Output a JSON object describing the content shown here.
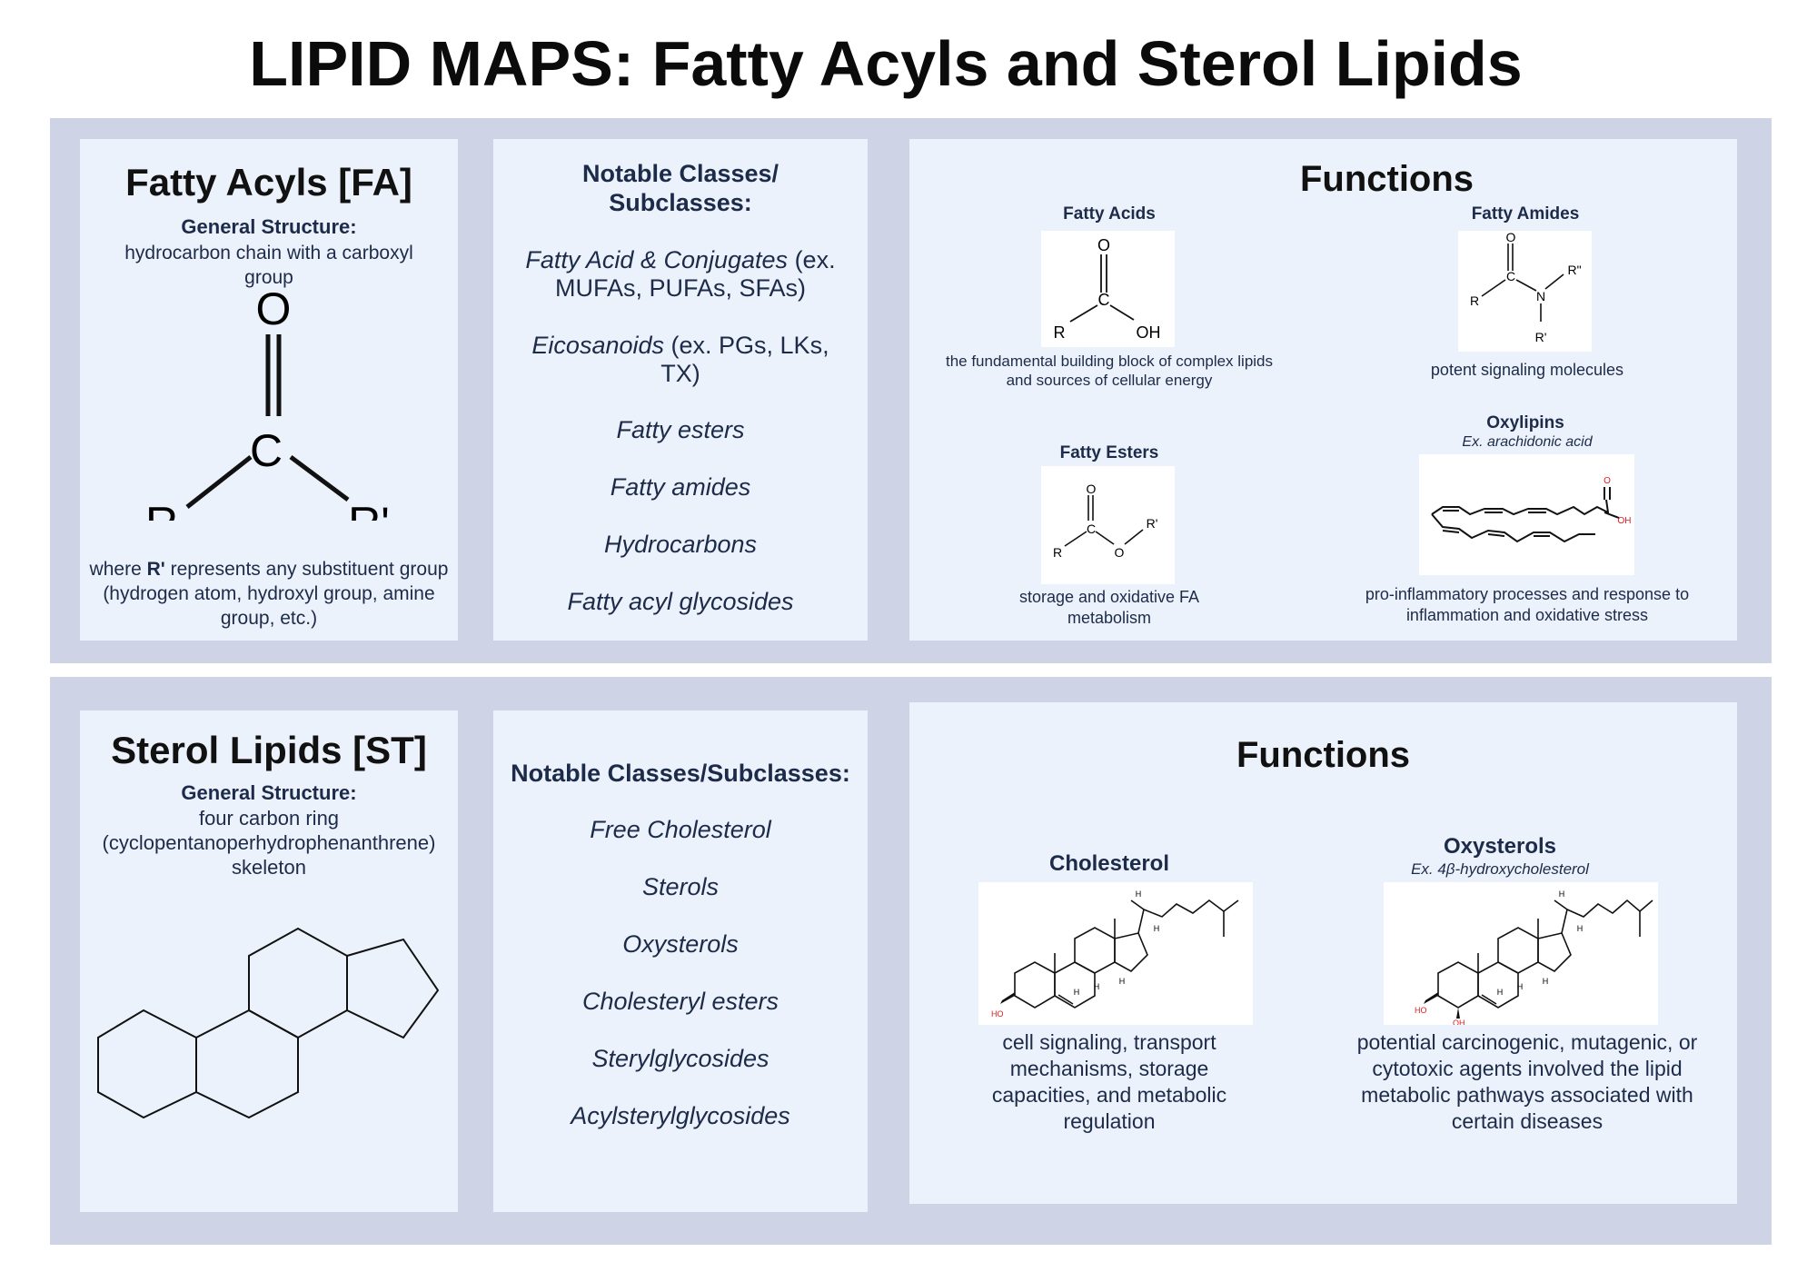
{
  "title": "LIPID MAPS: Fatty Acyls and Sterol Lipids",
  "fa": {
    "card_title": "Fatty Acyls [FA]",
    "general_label": "General Structure:",
    "general_text": "hydrocarbon chain with a carboxyl group",
    "struct_atoms": {
      "o": "O",
      "c": "C",
      "r": "R",
      "r2": "R'"
    },
    "note_prefix": "where ",
    "note_bold": "R'",
    "note_suffix": " represents any substituent group (hydrogen atom, hydroxyl group, amine group, etc.)",
    "classes_heading": "Notable Classes/ Subclasses:",
    "classes": [
      {
        "italic": "Fatty Acid & Conjugates",
        "extra": " (ex. MUFAs, PUFAs, SFAs)"
      },
      {
        "italic": "Eicosanoids",
        "extra": " (ex. PGs, LKs, TX)"
      },
      {
        "italic": "Fatty esters",
        "extra": ""
      },
      {
        "italic": "Fatty amides",
        "extra": ""
      },
      {
        "italic": "Hydrocarbons",
        "extra": ""
      },
      {
        "italic": "Fatty acyl glycosides",
        "extra": ""
      }
    ],
    "functions_heading": "Functions",
    "functions": {
      "acids": {
        "title": "Fatty Acids",
        "desc": "the fundamental building block of complex lipids and sources of cellular energy",
        "atoms": {
          "o": "O",
          "c": "C",
          "r": "R",
          "oh": "OH"
        }
      },
      "amides": {
        "title": "Fatty Amides",
        "desc": "potent signaling molecules",
        "atoms": {
          "o": "O",
          "c": "C",
          "r": "R",
          "n": "N",
          "r2": "R\"",
          "r1": "R'"
        }
      },
      "esters": {
        "title": "Fatty Esters",
        "desc": "storage and oxidative FA metabolism",
        "atoms": {
          "o": "O",
          "c": "C",
          "r": "R",
          "o2": "O",
          "r1": "R'"
        }
      },
      "oxylipins": {
        "title": "Oxylipins",
        "subtitle": "Ex. arachidonic acid",
        "desc": "pro-inflammatory processes and response to inflammation and oxidative stress",
        "atoms": {
          "o": "O",
          "oh": "OH"
        }
      }
    }
  },
  "st": {
    "card_title": "Sterol Lipids [ST]",
    "general_label": "General Structure:",
    "general_text": "four carbon ring (cyclopentanoperhydrophenanthrene) skeleton",
    "classes_heading": "Notable Classes/Subclasses:",
    "classes": [
      "Free Cholesterol",
      "Sterols",
      "Oxysterols",
      "Cholesteryl esters",
      "Sterylglycosides",
      "Acylsterylglycosides"
    ],
    "functions_heading": "Functions",
    "functions": {
      "cholesterol": {
        "title": "Cholesterol",
        "desc": "cell signaling, transport mechanisms, storage capacities, and metabolic regulation",
        "atoms": {
          "ho": "HO",
          "h": "H"
        }
      },
      "oxysterols": {
        "title": "Oxysterols",
        "subtitle": "Ex. 4β-hydroxycholesterol",
        "desc": "potential carcinogenic, mutagenic, or cytotoxic agents involved the lipid metabolic pathways associated with certain diseases",
        "atoms": {
          "ho": "HO",
          "oh": "OH",
          "h": "H"
        }
      }
    }
  },
  "colors": {
    "band": "#cfd3e6",
    "card": "#ecf2fb",
    "navy": "#1d2b4a",
    "hetero_red": "#e01b1b"
  }
}
